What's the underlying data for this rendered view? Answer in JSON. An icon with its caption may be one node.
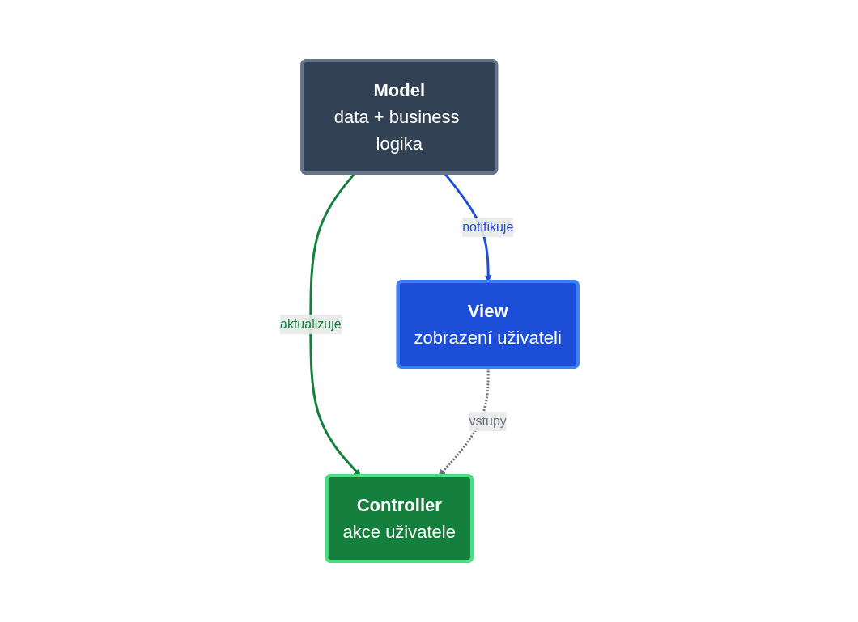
{
  "diagram": {
    "nodes": [
      {
        "text": [
          "Model",
          "data + business logika"
        ]
      },
      {
        "text": [
          "View",
          "zobrazení uživateli"
        ]
      },
      {
        "text": [
          "Controller",
          "akce uživatele"
        ]
      }
    ],
    "edges": [
      {
        "from": 0,
        "to": 1,
        "arrow": "to",
        "label": "notifikuje",
        "color": "#1d4ed8"
      },
      {
        "from": 0,
        "to": 2,
        "arrow": "to",
        "label": "aktualizuje",
        "color": "#15803d"
      },
      {
        "from": 1,
        "to": 2,
        "arrow": "to",
        "label": "vstupy",
        "style": "dashed",
        "color": "#6b7280"
      }
    ]
  }
}
